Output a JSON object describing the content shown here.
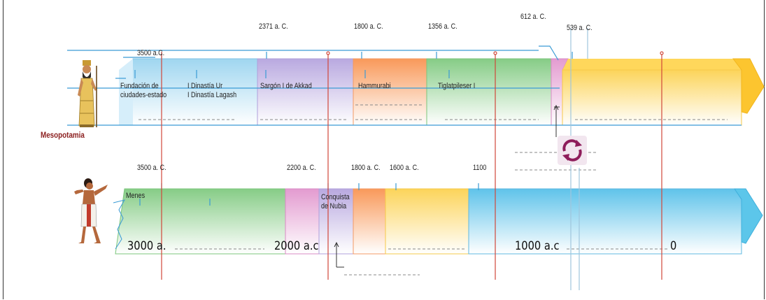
{
  "mesopotamia": {
    "region_label": "Mesopotamia",
    "dates": {
      "d3500": "3500 a.C.",
      "d2371": "2371 a. C.",
      "d1800": "1800 a. C.",
      "d1356": "1356 a. C.",
      "d612": "612 a. C.",
      "d539": "539 a. C."
    },
    "events": {
      "fundacion_line1": "Fundación  de",
      "fundacion_line2": "ciudades-estado",
      "dinastia_ur": "I Dinastía  Ur",
      "dinastia_lagash": "I Dinastía  Lagash",
      "sargon": "Sargón  I de Akkad",
      "hammurabi": "Hammurabi",
      "tiglatpileser": "Tiglatpileser  I"
    }
  },
  "egypt": {
    "dates": {
      "d3500": "3500 a. C.",
      "d2200": "2200 a. C.",
      "d1800": "1800 a. C.",
      "d1600": "1600 a. C.",
      "d1100": "1100"
    },
    "events": {
      "menes": "Menes",
      "conquista_line1": "Conquista",
      "conquista_line2": "de Nubia"
    },
    "scale": {
      "s3000": "3000 a.",
      "s2000": "2000 a.c",
      "s1000": "1000 a.c",
      "s0": "0"
    }
  },
  "colors": {
    "blue_line": "#3a9bd5",
    "red_line": "#d0473a",
    "light_blue": "#a9dcf2",
    "lavender": "#c9bde8",
    "orange": "#f9a36b",
    "green": "#8fd08f",
    "pink": "#e7a6d6",
    "yellow": "#fddb6e",
    "region_label": "#8b1e1e"
  },
  "icons": [
    "assyrian-king-icon",
    "egyptian-figure-icon",
    "refresh-cycle-icon"
  ]
}
